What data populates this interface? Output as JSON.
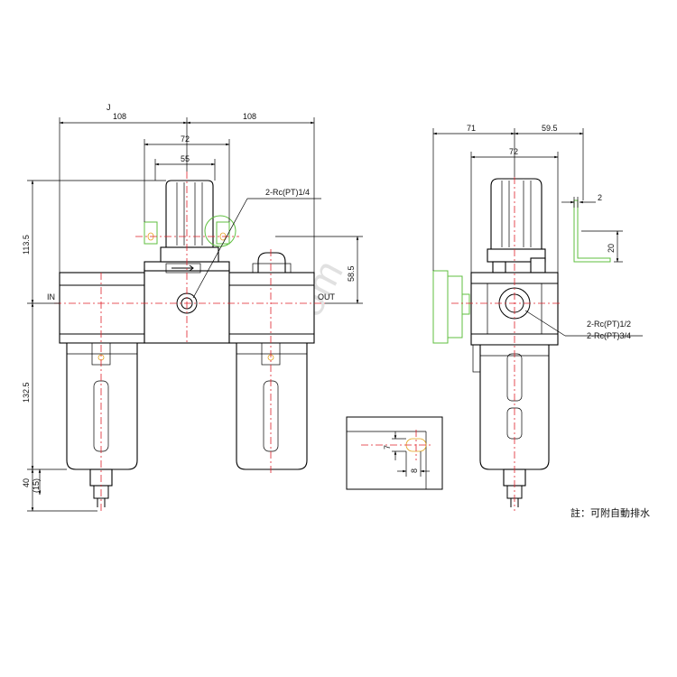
{
  "dimensions": {
    "front_left_width": "108",
    "front_right_width": "108",
    "regulator_width": "72",
    "knob_width": "55",
    "top_height": "113.5",
    "port_height": "58.5",
    "bottom_height": "132.5",
    "drain_height": "40",
    "drain_extra": "(15)",
    "side_left": "71",
    "side_right": "59.5",
    "side_width": "72",
    "bracket_thickness": "2",
    "bracket_height": "20",
    "slot_height": "7",
    "slot_width": "8"
  },
  "labels": {
    "in": "IN",
    "out": "OUT",
    "gauge_port": "2-Rc(PT)1/4",
    "main_port_1": "2-Rc(PT)1/2",
    "main_port_2": "2-Rc(PT)3/4",
    "note": "註：可附自動排水",
    "watermark": "uyiqi.com",
    "corner_mark": "J"
  },
  "colors": {
    "centerline": "#e0202a",
    "bracket": "#5fbf3f",
    "drain_detail": "#e3a21a"
  }
}
